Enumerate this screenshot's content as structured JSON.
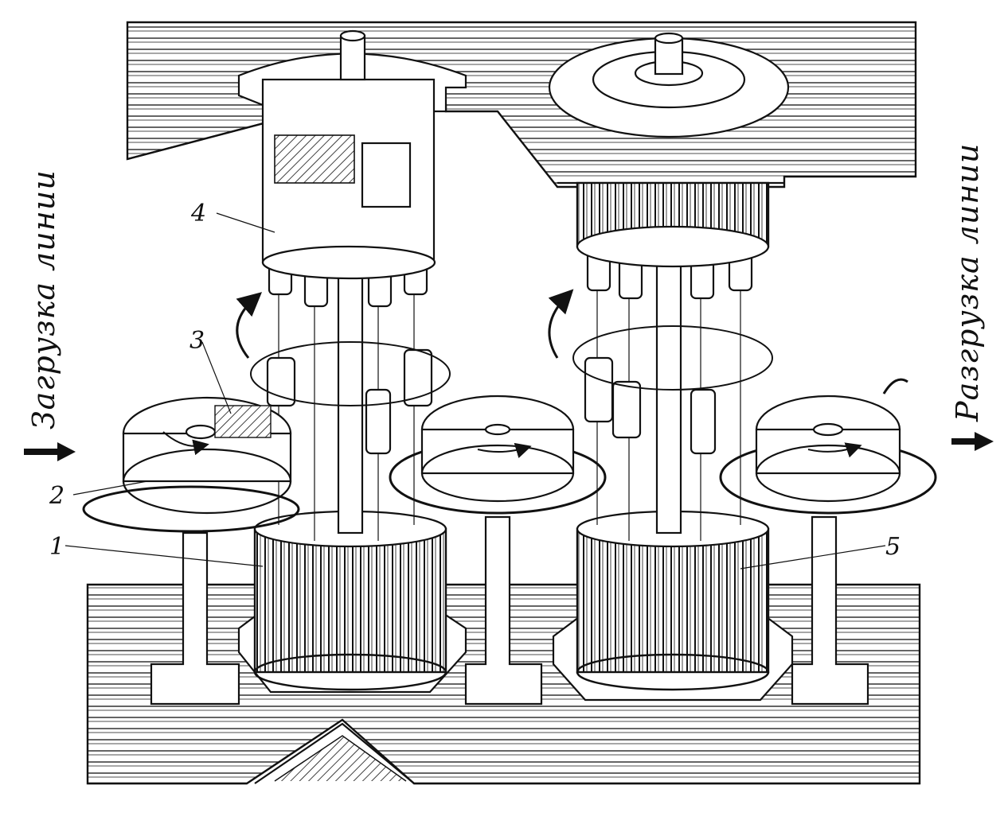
{
  "labels": {
    "load": "Загрузка линии",
    "unload": "Разгрузка линии",
    "n1": "1",
    "n2": "2",
    "n3": "3",
    "n4": "4",
    "n5": "5"
  }
}
